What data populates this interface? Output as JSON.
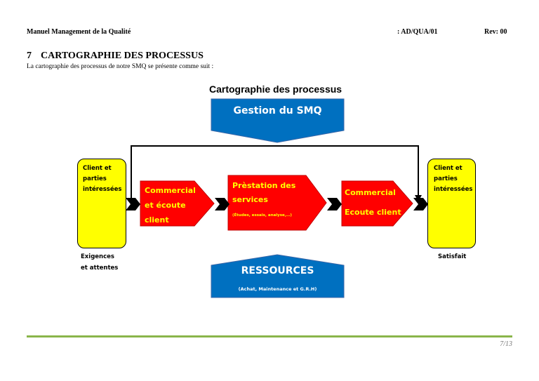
{
  "header": {
    "left": "Manuel Management de la Qualité",
    "ref": ": AD/QUA/01",
    "rev": "Rev: 00"
  },
  "section": {
    "number": "7",
    "title": "CARTOGRAPHIE DES PROCESSUS",
    "intro": "La cartographie des processus de notre SMQ se présente comme suit :"
  },
  "diagram": {
    "title": "Cartographie des processus",
    "top_banner": "Gestion du SMQ",
    "left_box": [
      "Client et",
      "parties",
      "intéressées"
    ],
    "right_box": [
      "Client et",
      "parties",
      "intéressées"
    ],
    "left_caption": [
      "Exigences",
      "et attentes"
    ],
    "right_caption": "Satisfait",
    "process1": [
      "Commercial",
      "et écoute",
      "client"
    ],
    "process2": [
      "Prèstation des",
      "services"
    ],
    "process2_sub": "(Études, essais, analyse,…)",
    "process3": [
      "Commercial",
      "Ecoute client"
    ],
    "bottom_banner": "RESSOURCES",
    "bottom_sub": "(Achat, Maintenance et G.R.H)",
    "colors": {
      "blue": "#0070c0",
      "red": "#ff0000",
      "yellow": "#ffff00",
      "footer_line": "#8ab54a"
    }
  },
  "footer": {
    "page": "7/13"
  }
}
